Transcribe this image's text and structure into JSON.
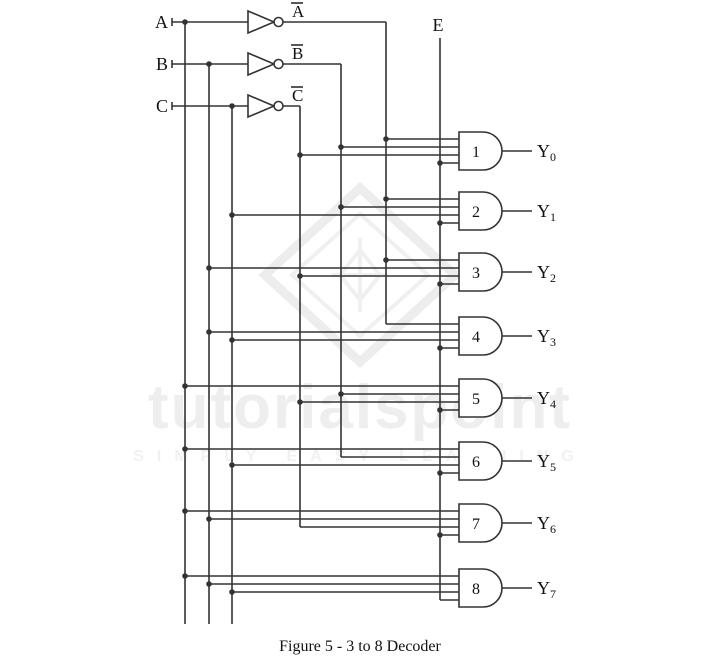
{
  "caption": "Figure 5 - 3 to 8 Decoder",
  "watermark": {
    "brand": "tutorialspoint",
    "tagline": "SIMPLY EASY LEARNING"
  },
  "colors": {
    "line": "#333333",
    "text": "#111111",
    "gate_fill": "#ffffff",
    "watermark": "#ededed"
  },
  "inputs": [
    {
      "id": "A",
      "label": "A"
    },
    {
      "id": "B",
      "label": "B"
    },
    {
      "id": "C",
      "label": "C"
    }
  ],
  "inverters": [
    {
      "in": "A",
      "out": "nA",
      "label": "A"
    },
    {
      "in": "B",
      "out": "nB",
      "label": "B"
    },
    {
      "in": "C",
      "out": "nC",
      "label": "C"
    }
  ],
  "enable": {
    "id": "E",
    "label": "E"
  },
  "gates": [
    {
      "number": "1",
      "inputs": [
        "nA",
        "nB",
        "nC",
        "E"
      ],
      "output": {
        "base": "Y",
        "sub": "0"
      }
    },
    {
      "number": "2",
      "inputs": [
        "nA",
        "nB",
        "C",
        "E"
      ],
      "output": {
        "base": "Y",
        "sub": "1"
      }
    },
    {
      "number": "3",
      "inputs": [
        "nA",
        "B",
        "nC",
        "E"
      ],
      "output": {
        "base": "Y",
        "sub": "2"
      }
    },
    {
      "number": "4",
      "inputs": [
        "nA",
        "B",
        "C",
        "E"
      ],
      "output": {
        "base": "Y",
        "sub": "3"
      }
    },
    {
      "number": "5",
      "inputs": [
        "A",
        "nB",
        "nC",
        "E"
      ],
      "output": {
        "base": "Y",
        "sub": "4"
      }
    },
    {
      "number": "6",
      "inputs": [
        "A",
        "nB",
        "C",
        "E"
      ],
      "output": {
        "base": "Y",
        "sub": "5"
      }
    },
    {
      "number": "7",
      "inputs": [
        "A",
        "B",
        "nC",
        "E"
      ],
      "output": {
        "base": "Y",
        "sub": "6"
      }
    },
    {
      "number": "8",
      "inputs": [
        "A",
        "B",
        "C",
        "E"
      ],
      "output": {
        "base": "Y",
        "sub": "7"
      }
    }
  ]
}
